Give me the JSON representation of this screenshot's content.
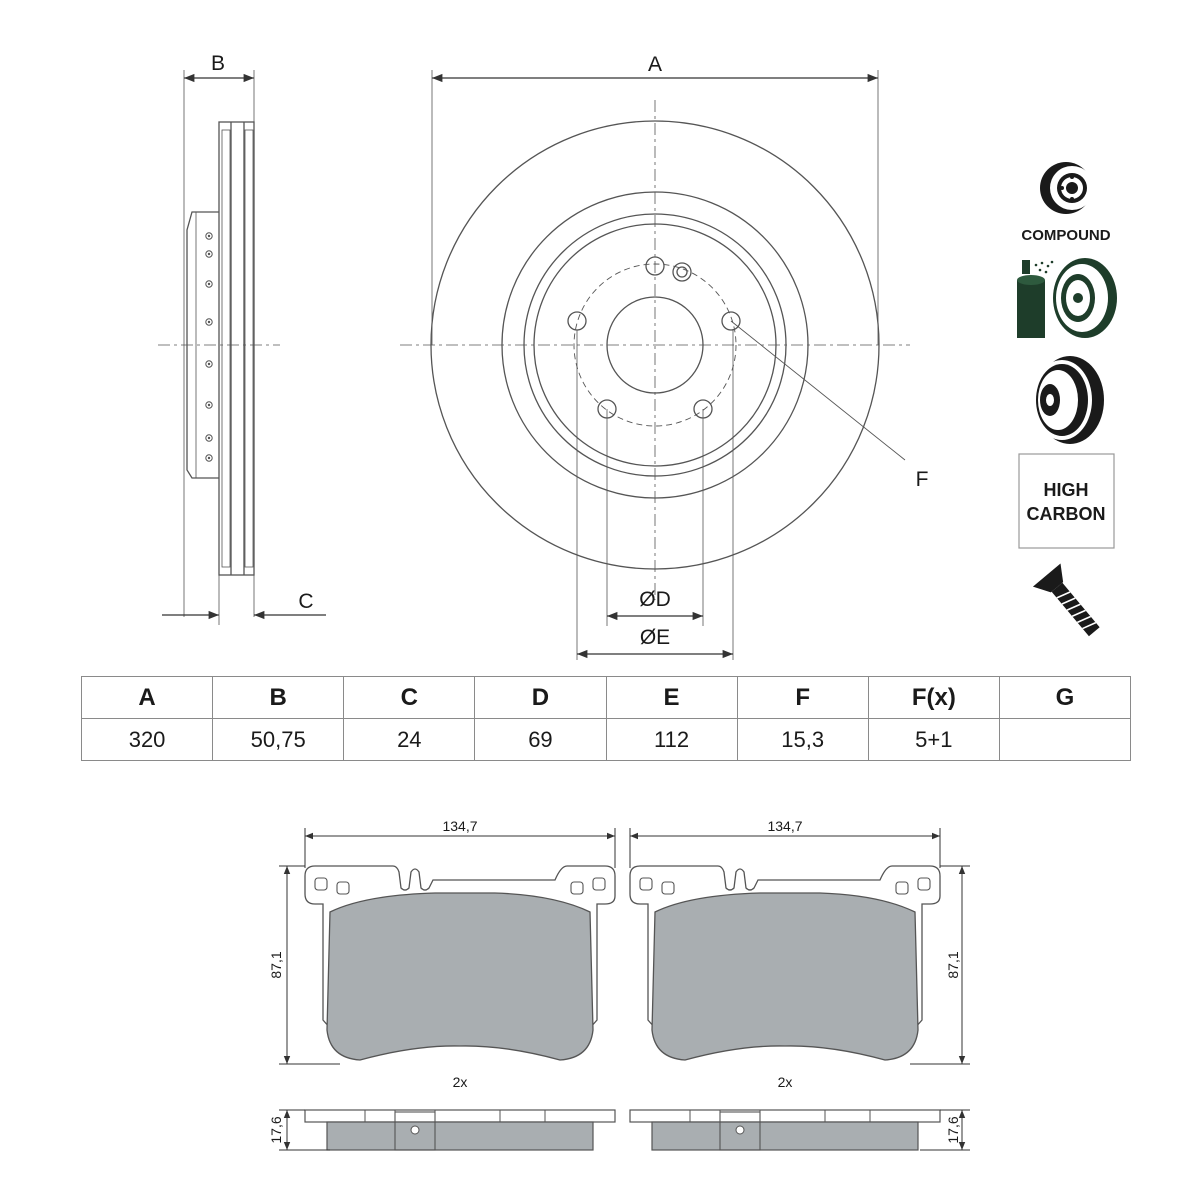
{
  "labels": {
    "A": "A",
    "B": "B",
    "C": "C",
    "F": "F",
    "D": "ØD",
    "E": "ØE"
  },
  "table": {
    "headers": [
      "A",
      "B",
      "C",
      "D",
      "E",
      "F",
      "F(x)",
      "G"
    ],
    "values": [
      "320",
      "50,75",
      "24",
      "69",
      "112",
      "15,3",
      "5+1",
      ""
    ]
  },
  "badges": {
    "compound": "COMPOUND",
    "high_carbon_1": "HIGH",
    "high_carbon_2": "CARBON"
  },
  "pads": {
    "width": "134,7",
    "height": "87,1",
    "qty": "2x",
    "thickness": "17,6"
  },
  "colors": {
    "line": "#555555",
    "pad_fill": "#a9aeb1",
    "badge_dark": "#1e3d2a"
  },
  "icons": [
    "compound-disc-icon",
    "coated-disc-icon",
    "vented-disc-icon",
    "high-carbon-badge",
    "screw-icon"
  ]
}
